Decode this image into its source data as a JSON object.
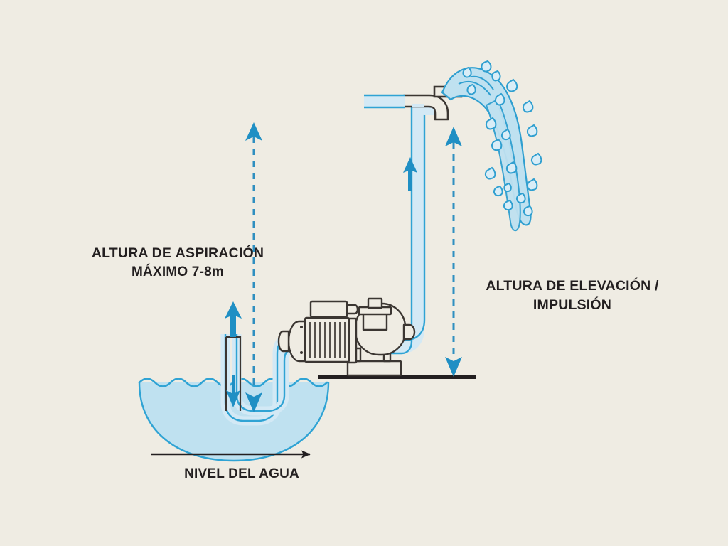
{
  "diagram": {
    "title": "Diagrama de altura de aspiración e impulsión de una bomba de agua",
    "background_color": "#efece3",
    "ink_color": "#231f20",
    "water_line_color": "#1f93c8",
    "water_fill_color": "#bfe1f0",
    "pipe_fill_color": "#d3e9f5",
    "arrow_color": "#1f8fc4"
  },
  "labels": {
    "suction": {
      "line1_prefix": "ALTURA DE ",
      "line1_strong": "ASPIRACIÓN",
      "line2": "MÁXIMO 7-8m"
    },
    "discharge": {
      "line1": "ALTURA DE ELEVACIÓN /",
      "line2": "IMPULSIÓN"
    },
    "water_level": "NIVEL DEL AGUA"
  },
  "elements": {
    "pump": "centrifugal-pump",
    "suction_pipe": "suction-pipe",
    "discharge_pipe": "discharge-pipe",
    "outlet_elbow": "outlet-elbow",
    "water_jet": "water-jet",
    "water_body": "water-body",
    "ground_line": "ground-line",
    "suction_gauge": "suction-height-gauge",
    "suction_dimension_line": "suction-dimension-line",
    "discharge_dimension_line": "discharge-dimension-line",
    "water_level_arrow": "water-level-arrow"
  }
}
